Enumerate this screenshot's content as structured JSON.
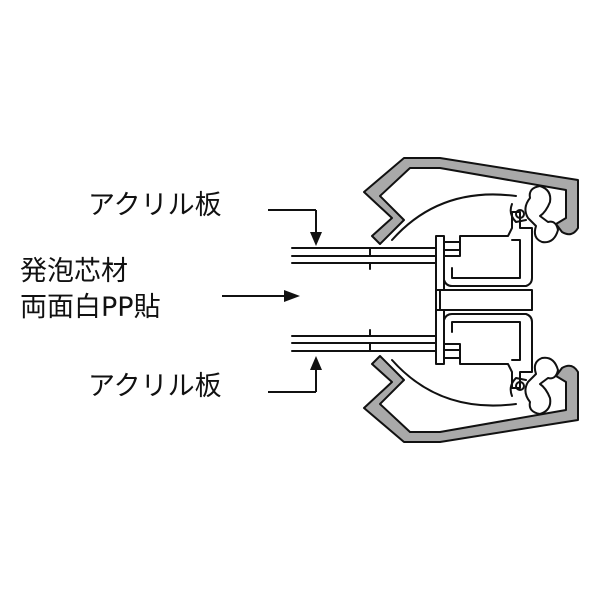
{
  "labels": {
    "acrylic_top": "アクリル板",
    "core_line1": "発泡芯材",
    "core_line2": "両面白PP貼",
    "acrylic_bottom": "アクリル板"
  },
  "colors": {
    "ink": "#111111",
    "frame_fill": "#a9a9a9",
    "background": "#ffffff"
  }
}
